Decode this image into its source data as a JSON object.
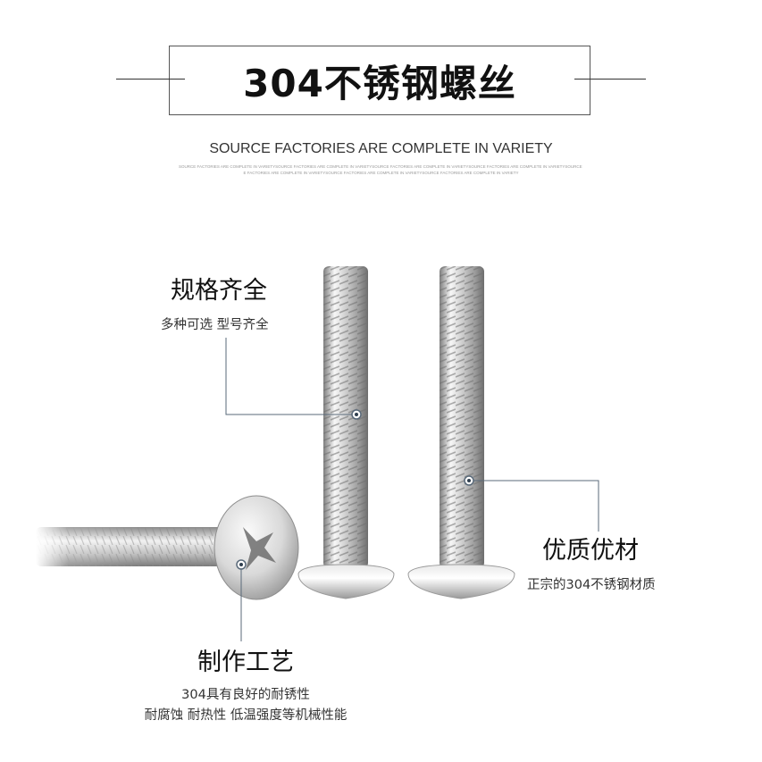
{
  "title": "304不锈钢螺丝",
  "subtitle": "SOURCE FACTORIES ARE COMPLETE IN VARIETY",
  "tiny_line_1": "SOURCE FACTORIES ARE COMPLETE IN VARIETYSOURCE FACTORIES ARE COMPLETE IN VARIETYSOURCE FACTORIES ARE COMPLETE IN VARIETYSOURCE FACTORIES ARE COMPLETE IN VARIETYSOURCE FACTORIES ARE COMPLETE IN VARIETYSOURC",
  "tiny_line_2": "E FACTORIES ARE COMPLETE IN VARIETYSOURCE FACTORIES ARE COMPLETE IN VARIETYSOURCE FACTORIES ARE COMPLETE IN VARIETY",
  "feature_specs": {
    "title": "规格齐全",
    "desc": "多种可选 型号齐全"
  },
  "feature_material": {
    "title": "优质优材",
    "desc": "正宗的304不锈钢材质"
  },
  "feature_craft": {
    "title": "制作工艺",
    "desc_line1": "304具有良好的耐锈性",
    "desc_line2": "耐腐蚀 耐热性 低温强度等机械性能"
  },
  "colors": {
    "leader_line": "#5a6a7a",
    "steel_light": "#f2f2f2",
    "steel_dark": "#8c8c8c"
  }
}
